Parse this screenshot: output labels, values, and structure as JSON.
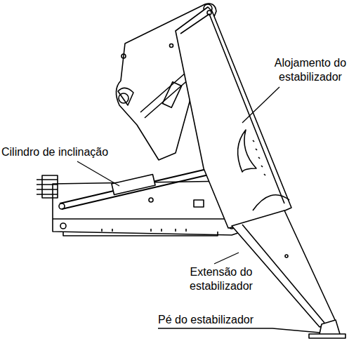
{
  "diagram": {
    "labels": [
      "Alojamento do estabilizador",
      "Cilindro de inclinação",
      "Extensão do estabilizador",
      "Pé do estabilizador"
    ]
  }
}
